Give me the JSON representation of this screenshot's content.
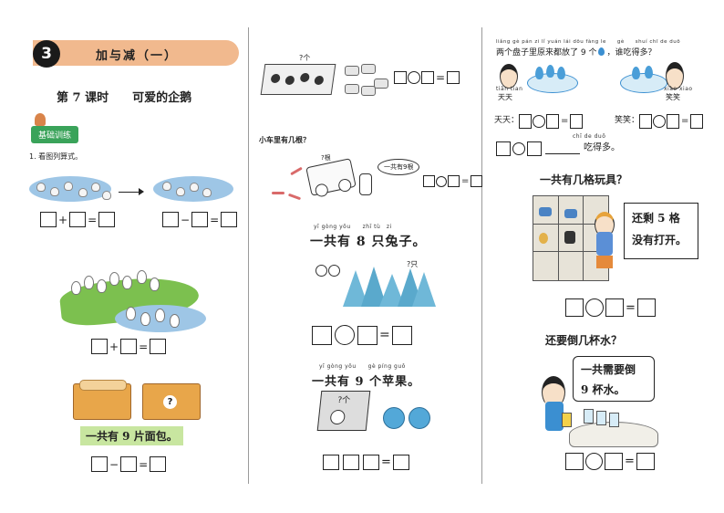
{
  "header": {
    "unit_number": "3",
    "unit_title": "加与减（一）",
    "lesson_title": "第 7 课时　　可爱的企鹅"
  },
  "badge": {
    "label": "基础训练"
  },
  "q1": {
    "label": "1. 看图列算式。"
  },
  "left": {
    "bread_text": "一共有 9 片面包。",
    "basket_mark": "?"
  },
  "middle": {
    "block_label": "?个",
    "car_title": "小车里有几根？",
    "car_label": "?根",
    "car_bubble": "一共有9根",
    "rabbit_pinyin": "yī gòng yǒu　　zhī tù　zi",
    "rabbit_text": "一共有 8 只兔子。",
    "rabbit_q": "?只",
    "apple_pinyin": "yī gòng yǒu　　gè píng guǒ",
    "apple_text": "一共有 9 个苹果。",
    "apple_box": "?个"
  },
  "right": {
    "pinyin1": "liǎng gè pán zi lǐ yuán lái dōu fàng le　　gè　　shuí chī de duō",
    "question": "两个盘子里原来都放了 9 个",
    "question_tail": "，谁吃得多？",
    "tiantian_pinyin": "tiān tian",
    "tiantian": "天天",
    "xiaoxiao_pinyin": "xiào xiao",
    "xiaoxiao": "笑笑",
    "tiantian_label": "天天：",
    "xiaoxiao_label": "笑笑：",
    "chi_pinyin": "chī de duō",
    "ate_more": "吃得多。",
    "toys_title": "一共有几格玩具？",
    "toys_bubble_l1": "还剩 5 格",
    "toys_bubble_l2": "没有打开。",
    "water_title": "还要倒几杯水？",
    "water_bubble_l1": "一共需要倒",
    "water_bubble_l2": "9 杯水。"
  },
  "colors": {
    "banner": "#f1b98e",
    "unit_circle": "#1a1a1a",
    "badge": "#3aa35a",
    "pond": "#9ec6e6",
    "grass": "#7cc04f",
    "bread_banner": "#c8e6a0"
  },
  "icons": [
    "pond-icon",
    "duck-icon",
    "arrow-icon",
    "geese-icon",
    "basket-icon",
    "bread-icon",
    "block-icon",
    "whistle-icon",
    "truck-icon",
    "rabbit-icon",
    "grass-icon",
    "apple-icon",
    "plate-icon",
    "boy-icon",
    "girl-icon",
    "toy-shelf-icon",
    "cup-icon",
    "water-drop-icon"
  ]
}
